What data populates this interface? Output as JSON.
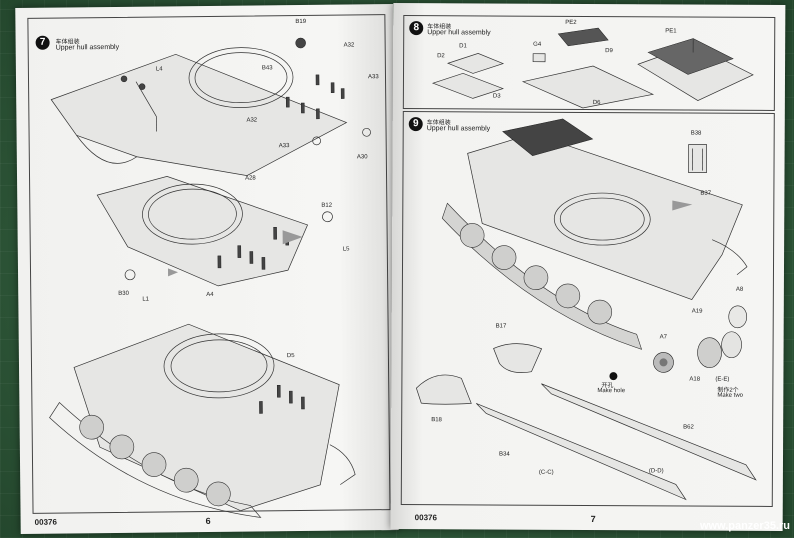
{
  "left_page": {
    "step7": {
      "number": "7",
      "title_cn": "车体组装",
      "title_en": "Upper hull assembly",
      "labels": [
        "B19",
        "L4",
        "A32",
        "B43",
        "A33",
        "A32",
        "A33",
        "A30",
        "A28",
        "B12",
        "L5",
        "B30",
        "L1",
        "A4",
        "D5"
      ]
    },
    "footer_code": "00376",
    "page_number": "6"
  },
  "right_page": {
    "step8": {
      "number": "8",
      "title_cn": "车体组装",
      "title_en": "Upper hull assembly",
      "labels": [
        "PE2",
        "PE1",
        "G4",
        "D1",
        "D2",
        "D9",
        "D3",
        "D6"
      ]
    },
    "step9": {
      "number": "9",
      "title_cn": "车体组装",
      "title_en": "Upper hull assembly",
      "labels": [
        "B38",
        "B37",
        "B17",
        "A8",
        "A19",
        "A7",
        "A18",
        "B18",
        "B62",
        "B34"
      ],
      "make_hole_cn": "开孔",
      "make_hole_en": "Make hole",
      "section_ee": "(E-E)",
      "make_two_cn": "制作2个",
      "make_two_en": "Make two",
      "section_cc": "(C-C)",
      "section_dd": "(D-D)"
    },
    "footer_code": "00376",
    "page_number": "7"
  },
  "watermark": "www.panzer35.ru"
}
